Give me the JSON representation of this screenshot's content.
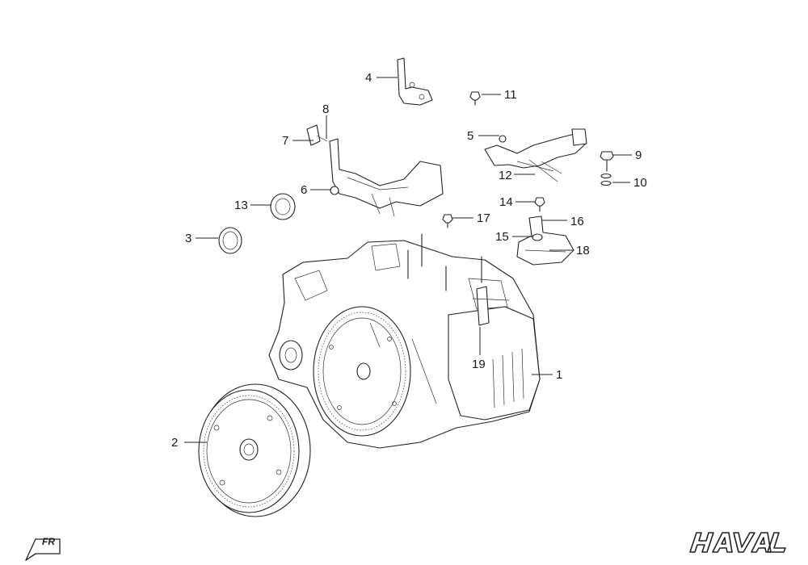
{
  "diagram": {
    "callouts": [
      {
        "id": "1",
        "label": "1"
      },
      {
        "id": "2",
        "label": "2"
      },
      {
        "id": "3",
        "label": "3"
      },
      {
        "id": "4",
        "label": "4"
      },
      {
        "id": "5",
        "label": "5"
      },
      {
        "id": "6",
        "label": "6"
      },
      {
        "id": "7",
        "label": "7"
      },
      {
        "id": "8",
        "label": "8"
      },
      {
        "id": "9",
        "label": "9"
      },
      {
        "id": "10",
        "label": "10"
      },
      {
        "id": "11",
        "label": "11"
      },
      {
        "id": "12",
        "label": "12"
      },
      {
        "id": "13",
        "label": "13"
      },
      {
        "id": "14",
        "label": "14"
      },
      {
        "id": "15",
        "label": "15"
      },
      {
        "id": "16",
        "label": "16"
      },
      {
        "id": "17",
        "label": "17"
      },
      {
        "id": "18",
        "label": "18"
      },
      {
        "id": "19",
        "label": "19"
      }
    ],
    "direction_badge": "FR",
    "brand_logo": "HAVAL",
    "line_color": "#222222"
  }
}
